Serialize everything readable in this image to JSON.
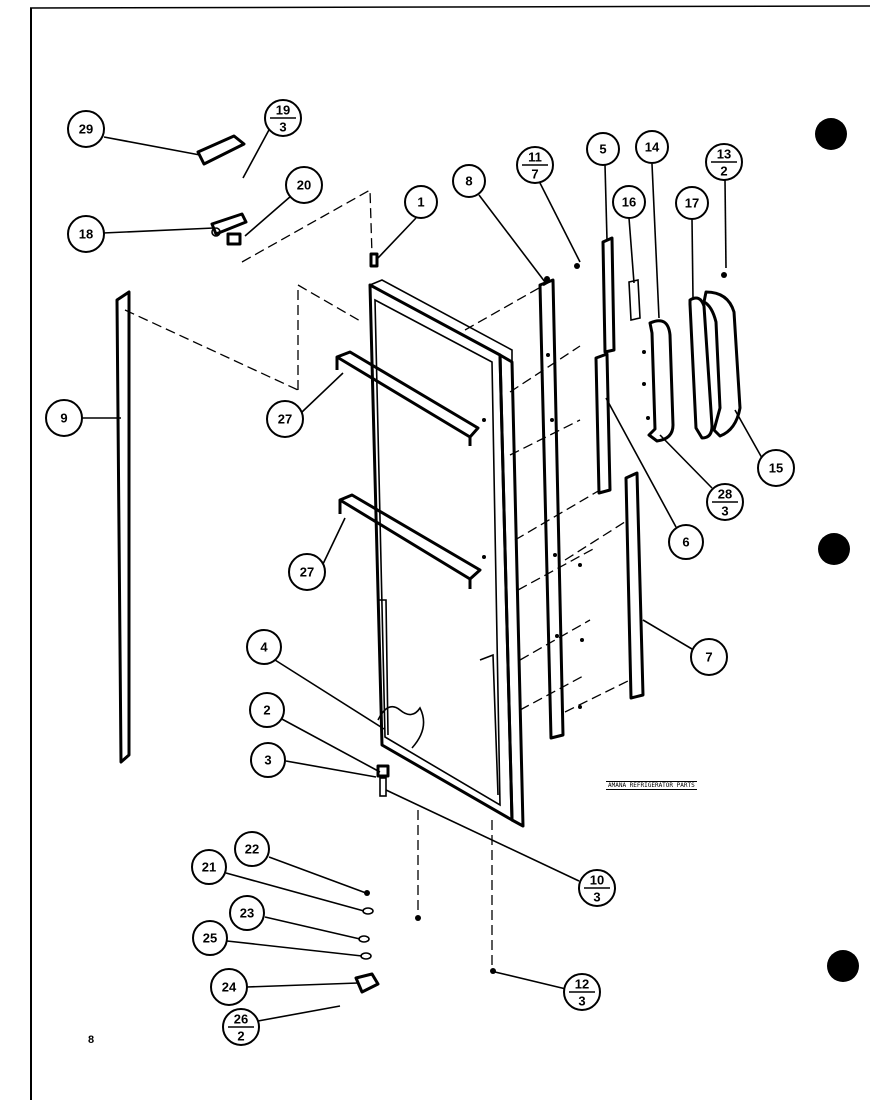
{
  "page": {
    "number": "8"
  },
  "legend_strip": "AMANA REFRIGERATOR PARTS",
  "callouts": [
    {
      "id": "c29",
      "label": "29"
    },
    {
      "id": "c19",
      "num": "19",
      "den": "3"
    },
    {
      "id": "c20",
      "label": "20"
    },
    {
      "id": "c18",
      "label": "18"
    },
    {
      "id": "c1",
      "label": "1"
    },
    {
      "id": "c8",
      "label": "8"
    },
    {
      "id": "c11",
      "num": "11",
      "den": "7"
    },
    {
      "id": "c5",
      "label": "5"
    },
    {
      "id": "c16",
      "label": "16"
    },
    {
      "id": "c14",
      "label": "14"
    },
    {
      "id": "c17",
      "label": "17"
    },
    {
      "id": "c13",
      "num": "13",
      "den": "2"
    },
    {
      "id": "c9",
      "label": "9"
    },
    {
      "id": "c27a",
      "label": "27"
    },
    {
      "id": "c27b",
      "label": "27"
    },
    {
      "id": "c15",
      "label": "15"
    },
    {
      "id": "c28",
      "num": "28",
      "den": "3"
    },
    {
      "id": "c6",
      "label": "6"
    },
    {
      "id": "c7",
      "label": "7"
    },
    {
      "id": "c4",
      "label": "4"
    },
    {
      "id": "c2",
      "label": "2"
    },
    {
      "id": "c3",
      "label": "3"
    },
    {
      "id": "c10",
      "num": "10",
      "den": "3"
    },
    {
      "id": "c22",
      "label": "22"
    },
    {
      "id": "c21",
      "label": "21"
    },
    {
      "id": "c23",
      "label": "23"
    },
    {
      "id": "c25",
      "label": "25"
    },
    {
      "id": "c24",
      "label": "24"
    },
    {
      "id": "c26",
      "num": "26",
      "den": "2"
    },
    {
      "id": "c12",
      "num": "12",
      "den": "3"
    }
  ]
}
